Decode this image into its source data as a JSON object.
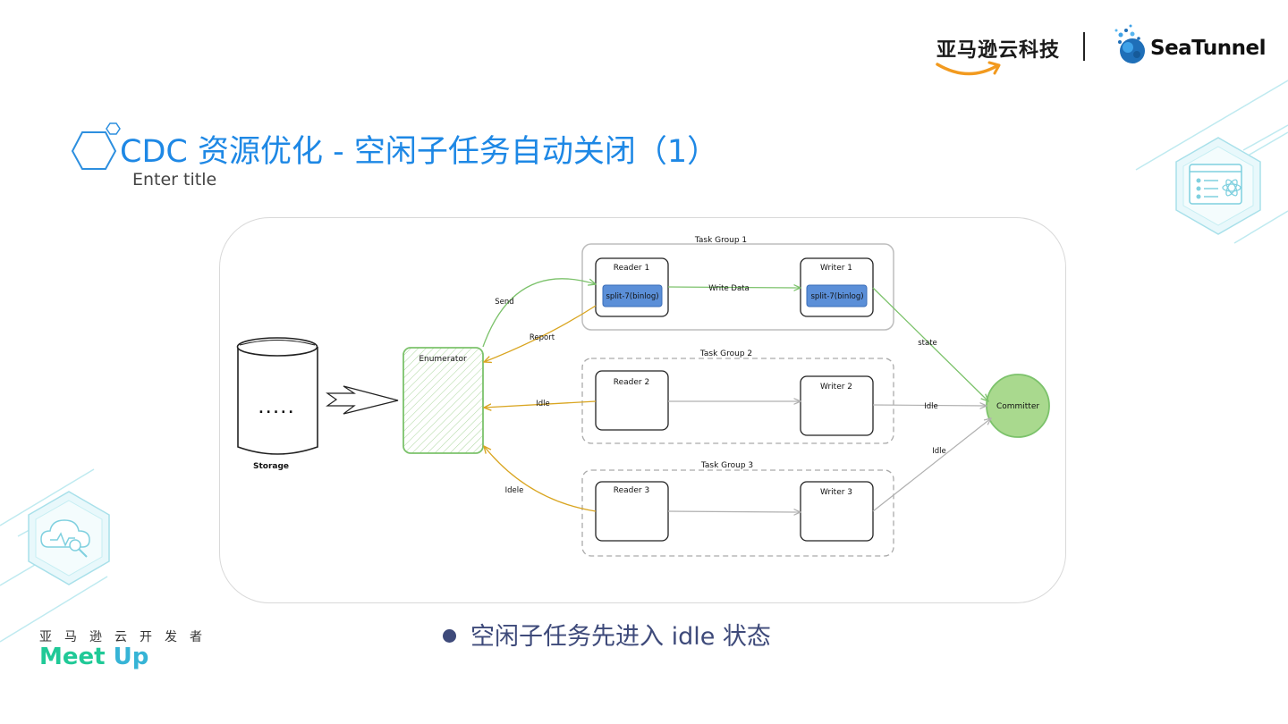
{
  "header": {
    "aws_brand": "亚马逊云科技",
    "seatunnel_brand": "SeaTunnel"
  },
  "title": {
    "main": "CDC 资源优化 - 空闲子任务自动关闭（1）",
    "subtitle": "Enter title"
  },
  "diagram": {
    "storage": {
      "dots": ".....",
      "label": "Storage"
    },
    "enumerator": "Enumerator",
    "committer": "Committer",
    "groups": [
      {
        "label": "Task Group 1",
        "reader": "Reader 1",
        "writer": "Writer 1",
        "reader_split": "split-7(binlog)",
        "writer_split": "split-7(binlog)"
      },
      {
        "label": "Task Group 2",
        "reader": "Reader 2",
        "writer": "Writer 2"
      },
      {
        "label": "Task Group 3",
        "reader": "Reader 3",
        "writer": "Writer 3"
      }
    ],
    "edges": {
      "send": "Send",
      "report": "Report",
      "write_data": "Write Data",
      "state": "state",
      "idle_reader2": "Idle",
      "idle_reader3": "Idele",
      "idle_writer2": "Idle",
      "idle_writer3": "Idle"
    },
    "colors": {
      "green": "#7cc26b",
      "orange": "#d9a520",
      "split_fill": "#5b8fd8",
      "gray": "#b0b0b0"
    }
  },
  "footer": {
    "developer_label": "亚马逊云开发者",
    "meetup_part1": "Meet",
    "meetup_part2": "Up"
  },
  "bullets": [
    "空闲子任务先进入 idle 状态"
  ],
  "icons": [
    "hexagon-icon",
    "app-window-icon",
    "cloud-monitor-icon",
    "seatunnel-icon",
    "amazon-smile-icon"
  ]
}
